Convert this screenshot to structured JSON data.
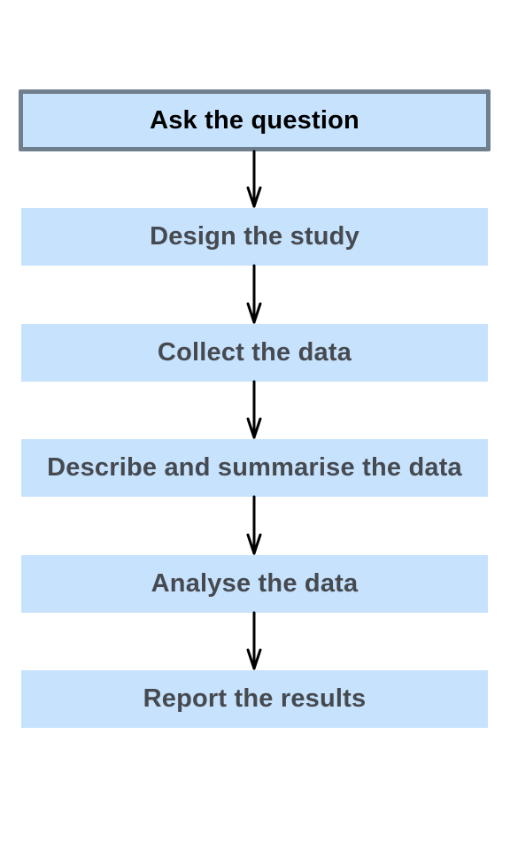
{
  "flowchart": {
    "steps": [
      {
        "label": "Ask the question",
        "active": true
      },
      {
        "label": "Design the study",
        "active": false
      },
      {
        "label": "Collect the data",
        "active": false
      },
      {
        "label": "Describe and summarise the data",
        "active": false
      },
      {
        "label": "Analyse the data",
        "active": false
      },
      {
        "label": "Report the results",
        "active": false
      }
    ],
    "colors": {
      "box_fill": "#c6e2fc",
      "active_border": "#6f7f8e",
      "text": "#464a50",
      "active_text": "#000000",
      "arrow": "#000000"
    }
  }
}
